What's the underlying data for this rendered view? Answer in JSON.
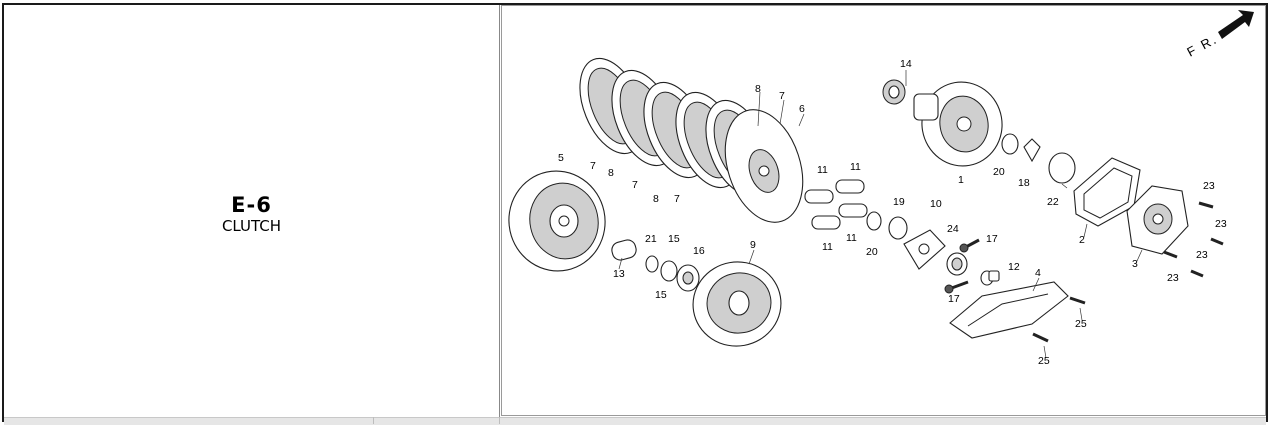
{
  "section": {
    "code": "E-6",
    "name": "CLUTCH"
  },
  "diagram": {
    "direction_label": "F R.",
    "callouts": [
      {
        "id": "c14a",
        "text": "14"
      },
      {
        "id": "c8a",
        "text": "8"
      },
      {
        "id": "c7a",
        "text": "7"
      },
      {
        "id": "c6",
        "text": "6"
      },
      {
        "id": "c7b",
        "text": "7"
      },
      {
        "id": "c8b",
        "text": "8"
      },
      {
        "id": "c7c",
        "text": "7"
      },
      {
        "id": "c8c",
        "text": "8"
      },
      {
        "id": "c7d",
        "text": "7"
      },
      {
        "id": "c5",
        "text": "5"
      },
      {
        "id": "c1",
        "text": "1"
      },
      {
        "id": "c20a",
        "text": "20"
      },
      {
        "id": "c18",
        "text": "18"
      },
      {
        "id": "c22",
        "text": "22"
      },
      {
        "id": "c11a",
        "text": "11"
      },
      {
        "id": "c11b",
        "text": "11"
      },
      {
        "id": "c11c",
        "text": "11"
      },
      {
        "id": "c11d",
        "text": "11"
      },
      {
        "id": "c19",
        "text": "19"
      },
      {
        "id": "c10",
        "text": "10"
      },
      {
        "id": "c20b",
        "text": "20"
      },
      {
        "id": "c24",
        "text": "24"
      },
      {
        "id": "c2",
        "text": "2"
      },
      {
        "id": "c3",
        "text": "3"
      },
      {
        "id": "c23a",
        "text": "23"
      },
      {
        "id": "c23b",
        "text": "23"
      },
      {
        "id": "c23c",
        "text": "23"
      },
      {
        "id": "c23d",
        "text": "23"
      },
      {
        "id": "c21",
        "text": "21"
      },
      {
        "id": "c15a",
        "text": "15"
      },
      {
        "id": "c16",
        "text": "16"
      },
      {
        "id": "c15b",
        "text": "15"
      },
      {
        "id": "c13",
        "text": "13"
      },
      {
        "id": "c9",
        "text": "9"
      },
      {
        "id": "c17a",
        "text": "17"
      },
      {
        "id": "c12",
        "text": "12"
      },
      {
        "id": "c17b",
        "text": "17"
      },
      {
        "id": "c4",
        "text": "4"
      },
      {
        "id": "c25a",
        "text": "25"
      },
      {
        "id": "c25b",
        "text": "25"
      }
    ]
  }
}
